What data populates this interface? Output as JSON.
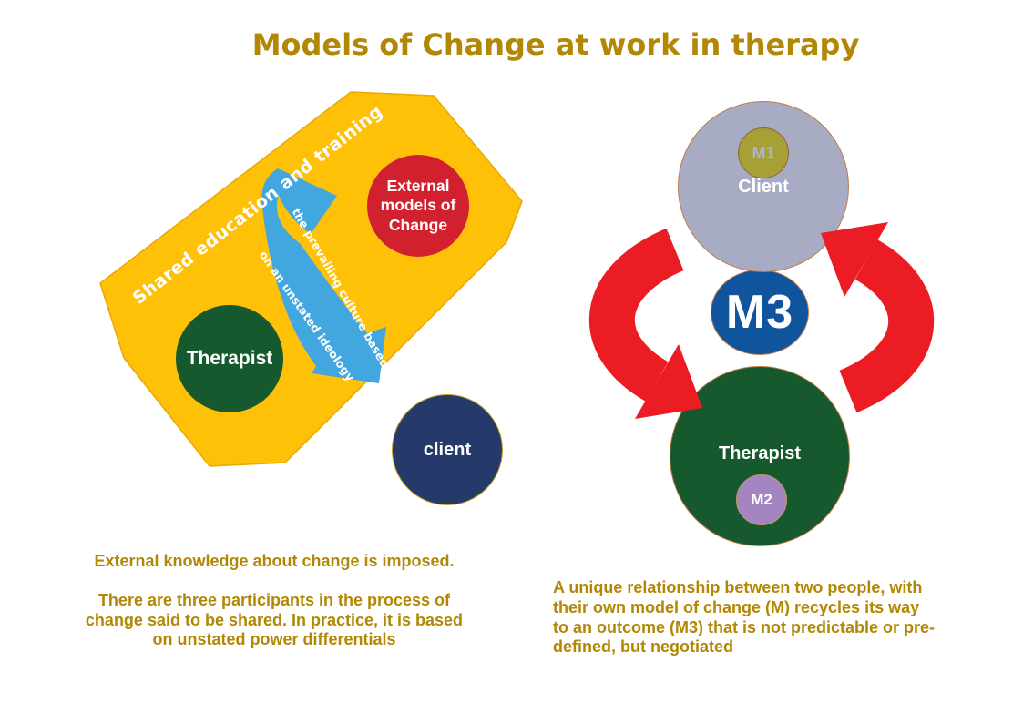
{
  "title": "Models of Change at work in therapy",
  "colors": {
    "gold-text": "#B28704",
    "octagon-yellow": "#FFC107",
    "octagon-stroke": "#E8A806",
    "red-circle": "#D2212E",
    "green-circle": "#17592F",
    "navy-circle": "#253A6B",
    "navy-border": "#C9A227",
    "blue-arrow": "#41A7DE",
    "client-gray": "#A7ACC4",
    "client-border": "#BF7B45",
    "m1-olive": "#A6A037",
    "m1-border": "#96603A",
    "m1-text": "#AFB4C6",
    "m3-blue": "#10549E",
    "m2-purple": "#A584C2",
    "m2-border": "#C49B5E",
    "cycle-red": "#EC1C24"
  },
  "left_diagram": {
    "banner_text": "Shared education and training",
    "arrow_text_line1": "the prevailing culture based",
    "arrow_text_line2": "on an unstated ideology",
    "external_circle": {
      "label_lines": [
        "External",
        "models of",
        "Change"
      ]
    },
    "therapist_label": "Therapist",
    "client_label": "client",
    "caption": {
      "line1": "External knowledge about change is imposed.",
      "para_lines": [
        "There are three participants in the process of",
        "change said to be shared. In practice, it is based",
        "on unstated power differentials"
      ]
    }
  },
  "right_diagram": {
    "client_label": "Client",
    "m1_label": "M1",
    "m3_label": "M3",
    "therapist_label": "Therapist",
    "m2_label": "M2",
    "caption_lines": [
      "A unique relationship between two people, with",
      "their own model of change (M) recycles its way",
      "to an outcome (M3) that is not predictable or pre-",
      "defined, but negotiated"
    ]
  }
}
